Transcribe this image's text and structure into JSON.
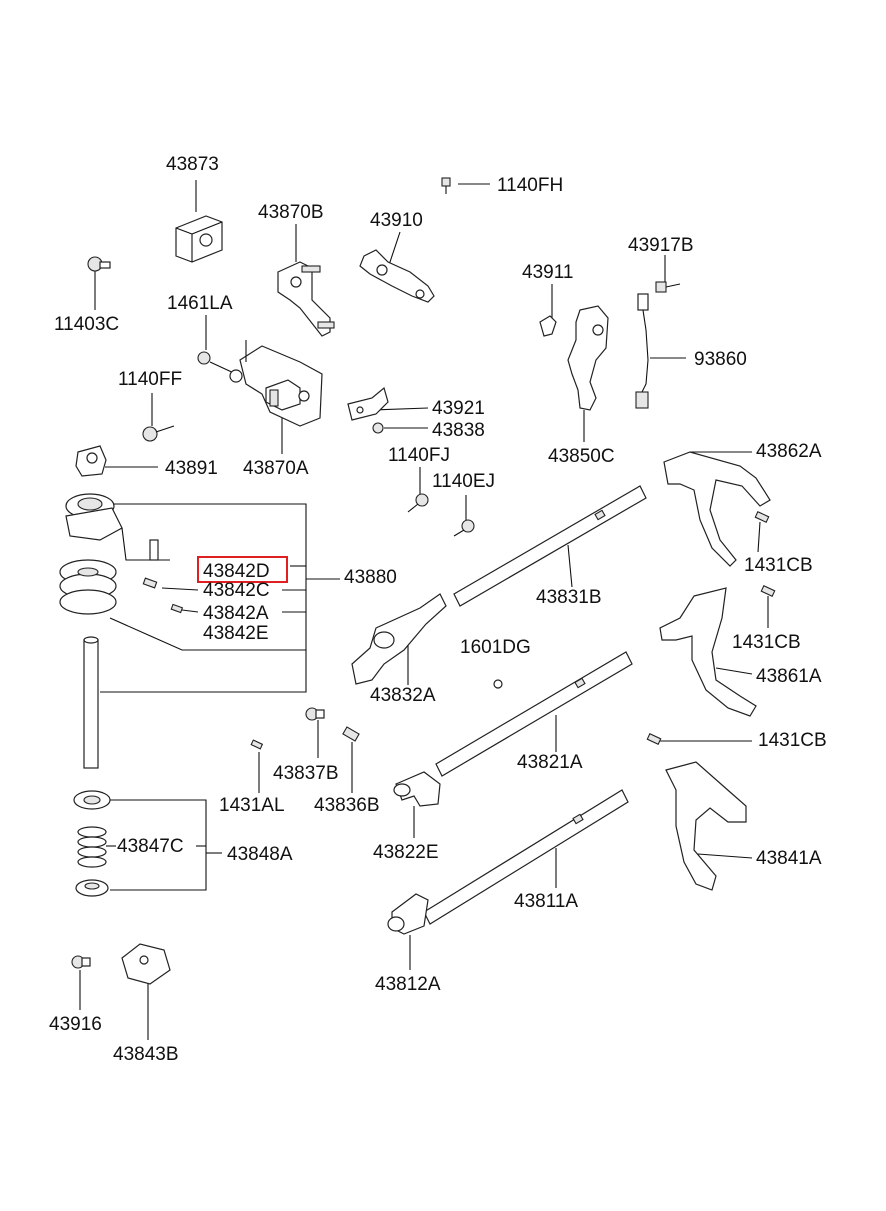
{
  "diagram": {
    "highlight_color": "#e02020",
    "highlighted_part": "43842D",
    "labels": {
      "p43873": "43873",
      "p43870B": "43870B",
      "p43910": "43910",
      "p1140FH": "1140FH",
      "p11403C": "11403C",
      "p1461LA": "1461LA",
      "p43911": "43911",
      "p43917B": "43917B",
      "p93860": "93860",
      "p1140FF": "1140FF",
      "p43921": "43921",
      "p43838": "43838",
      "p43850C": "43850C",
      "p43891": "43891",
      "p43870A": "43870A",
      "p1140FJ": "1140FJ",
      "p1140EJ": "1140EJ",
      "p43862A": "43862A",
      "p43842D": "43842D",
      "p43842C": "43842C",
      "p43842A": "43842A",
      "p43842E": "43842E",
      "p43880": "43880",
      "p1431CB_1": "1431CB",
      "p43831B": "43831B",
      "p1431CB_2": "1431CB",
      "p1601DG": "1601DG",
      "p43861A": "43861A",
      "p43832A": "43832A",
      "p1431CB_3": "1431CB",
      "p43821A": "43821A",
      "p43837B": "43837B",
      "p1431AL": "1431AL",
      "p43836B": "43836B",
      "p43847C": "43847C",
      "p43848A": "43848A",
      "p43822E": "43822E",
      "p43841A": "43841A",
      "p43811A": "43811A",
      "p43812A": "43812A",
      "p43916": "43916",
      "p43843B": "43843B"
    }
  }
}
